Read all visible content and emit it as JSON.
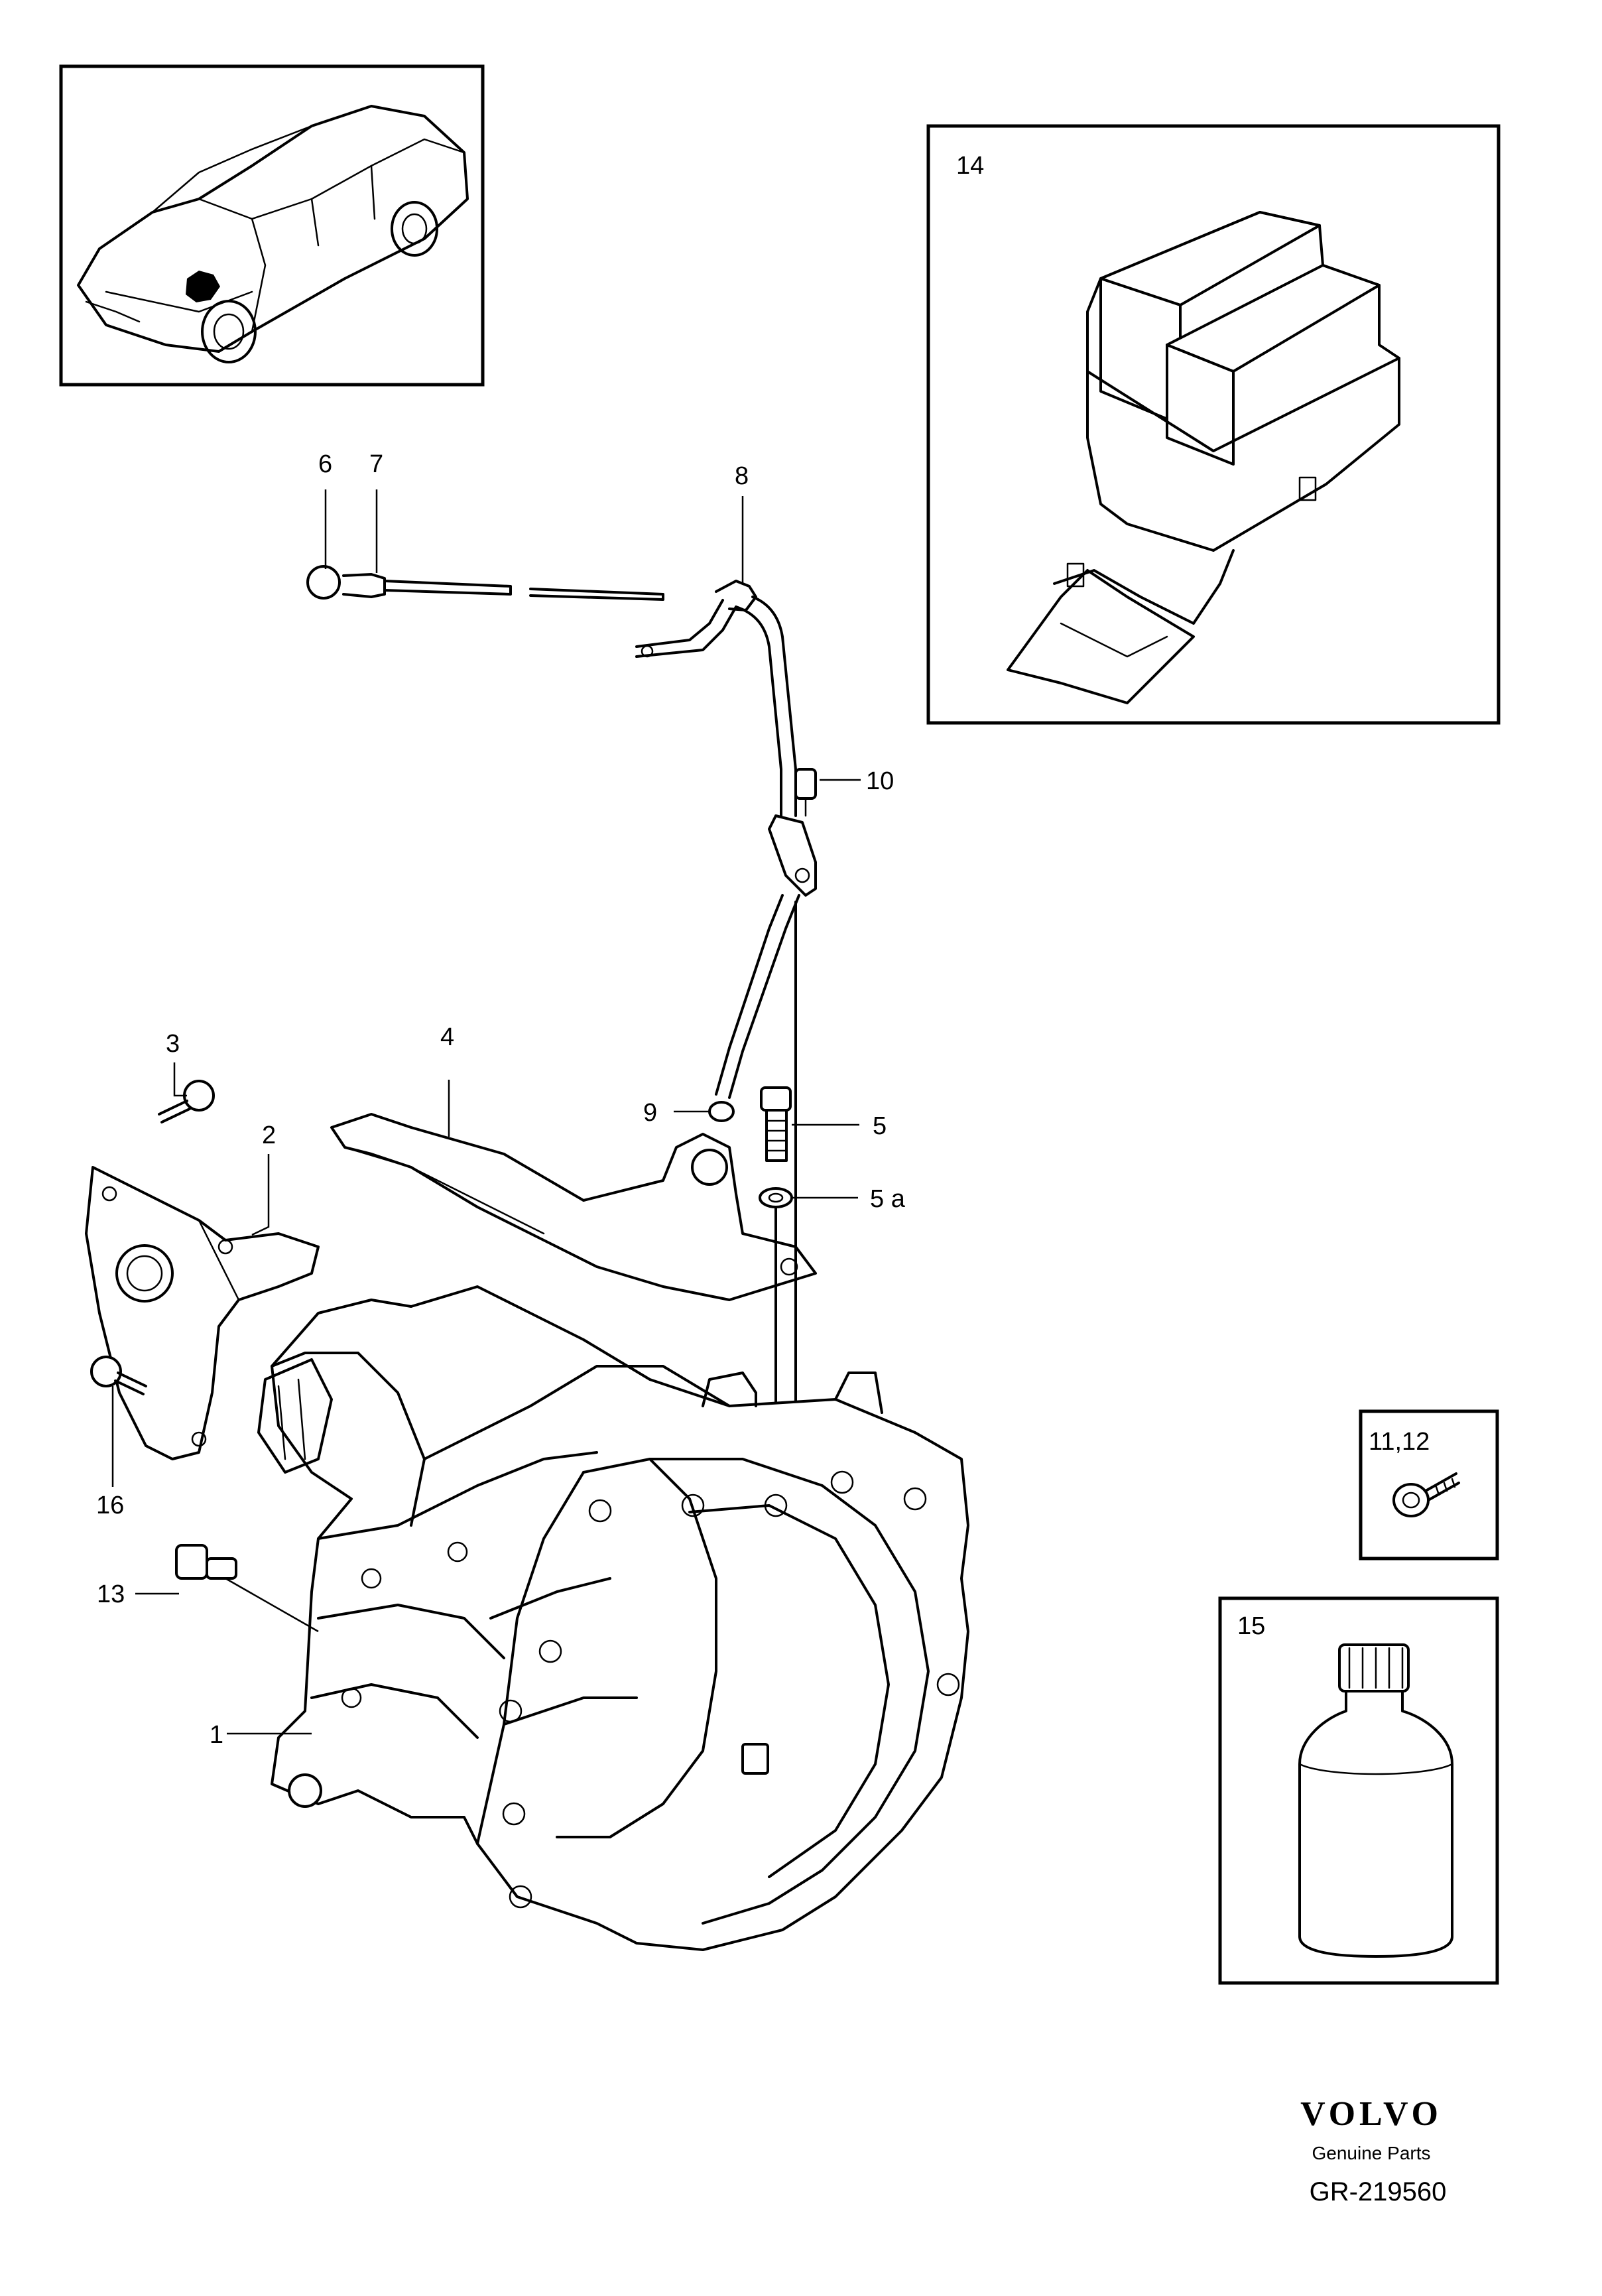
{
  "callouts": {
    "c1": "1",
    "c2": "2",
    "c3": "3",
    "c4": "4",
    "c5": "5",
    "c5a": "5 a",
    "c6": "6",
    "c7": "7",
    "c8": "8",
    "c9": "9",
    "c10": "10",
    "c11_12": "11,12",
    "c13": "13",
    "c14": "14",
    "c15": "15",
    "c16": "16"
  },
  "footer": {
    "brand": "VOLVO",
    "tagline": "Genuine Parts",
    "reference": "GR-219560"
  }
}
